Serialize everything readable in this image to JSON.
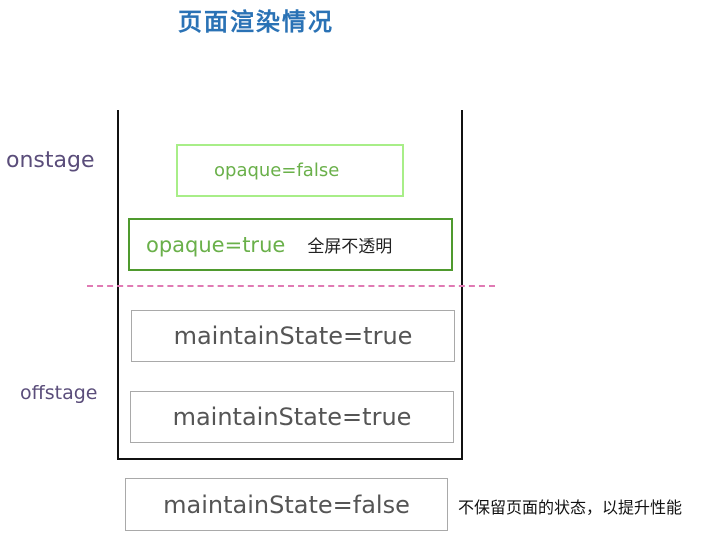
{
  "title": "页面渲染情况",
  "labels": {
    "onstage": "onstage",
    "offstage": "offstage"
  },
  "boxes": {
    "opaque_false": "opaque=false",
    "opaque_true": "opaque=true",
    "opaque_true_note": "全屏不透明",
    "maintain_true_1": "maintainState=true",
    "maintain_true_2": "maintainState=true",
    "maintain_false": "maintainState=false",
    "maintain_false_note": "不保留页面的状态，以提升性能"
  },
  "colors": {
    "title": "#2a72b5",
    "side_label": "#5a4d7a",
    "opaque_false_border": "#a8ee88",
    "opaque_true_border": "#4f9a2e",
    "opaque_text": "#6ab04a",
    "divider": "#e07ab4",
    "gray_border": "#a9a9a9"
  }
}
